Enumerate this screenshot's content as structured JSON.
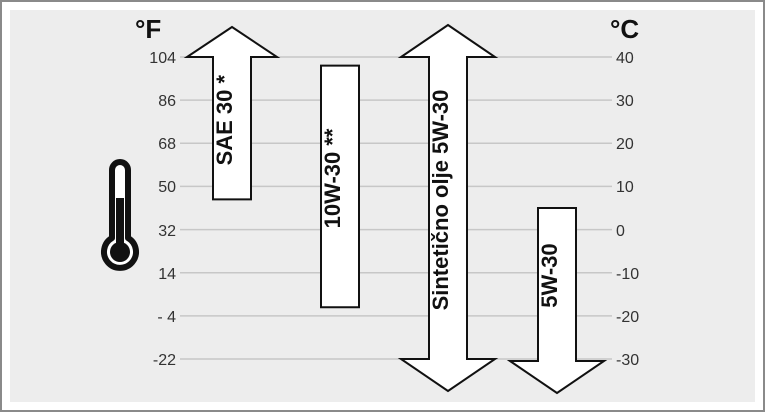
{
  "fahrenheit": {
    "unit": "°F",
    "ticks": [
      "104",
      "86",
      "68",
      "50",
      "32",
      "14",
      "- 4",
      "-22"
    ]
  },
  "celsius": {
    "unit": "°C",
    "ticks": [
      "40",
      "30",
      "20",
      "10",
      "0",
      "-10",
      "-20",
      "-30"
    ]
  },
  "oil_grades": {
    "sae30": {
      "label": "SAE 30 *",
      "min_c": 7,
      "max_c": 40,
      "arrow": "up"
    },
    "w10_30": {
      "label": "10W-30 **",
      "min_c": -18,
      "max_c": 38,
      "arrow": "none"
    },
    "synthetic": {
      "label": "Sintetično olje 5W-30",
      "min_c": -30,
      "max_c": 40,
      "arrow": "both"
    },
    "w5_30": {
      "label": "5W-30",
      "min_c": -30,
      "max_c": 5,
      "arrow": "down"
    }
  },
  "colors": {
    "grid": "#c7c7c7",
    "panel_border": "#8a8a8a",
    "background": "#ededed",
    "ink": "#111111"
  },
  "icons": {
    "thermometer": "thermometer-icon"
  }
}
